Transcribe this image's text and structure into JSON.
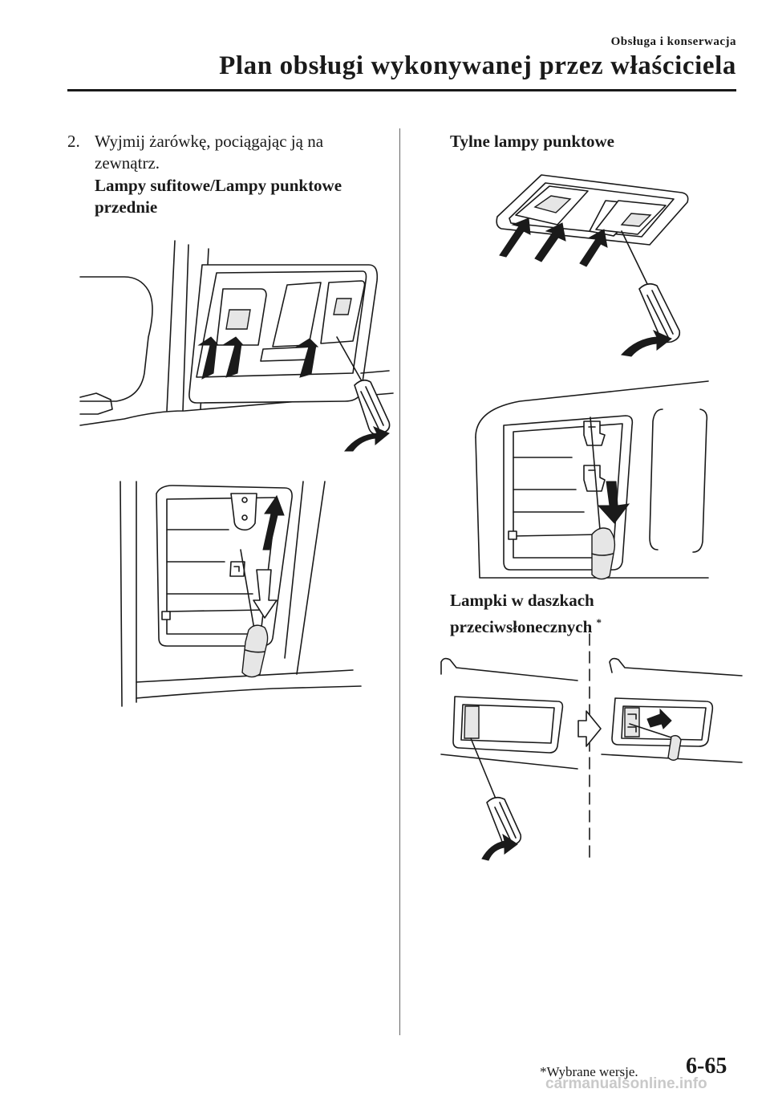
{
  "header": {
    "section": "Obsługa i konserwacja",
    "title": "Plan obsługi wykonywanej przez właściciela"
  },
  "left_column": {
    "step_number": "2.",
    "step_text_line1": "Wyjmij żarówkę, pociągając ją na",
    "step_text_line2": "zewnątrz.",
    "subheading_line1": "Lampy sufitowe/Lampy punktowe",
    "subheading_line2": "przednie"
  },
  "right_column": {
    "heading_rear": "Tylne lampy punktowe",
    "heading_visor_line1": "Lampki w daszkach",
    "heading_visor_line2": "przeciwsłonecznych",
    "visor_asterisk": "*"
  },
  "footer": {
    "footnote": "*Wybrane wersje.",
    "page_number": "6-65",
    "watermark": "carmanualsonline.info"
  }
}
